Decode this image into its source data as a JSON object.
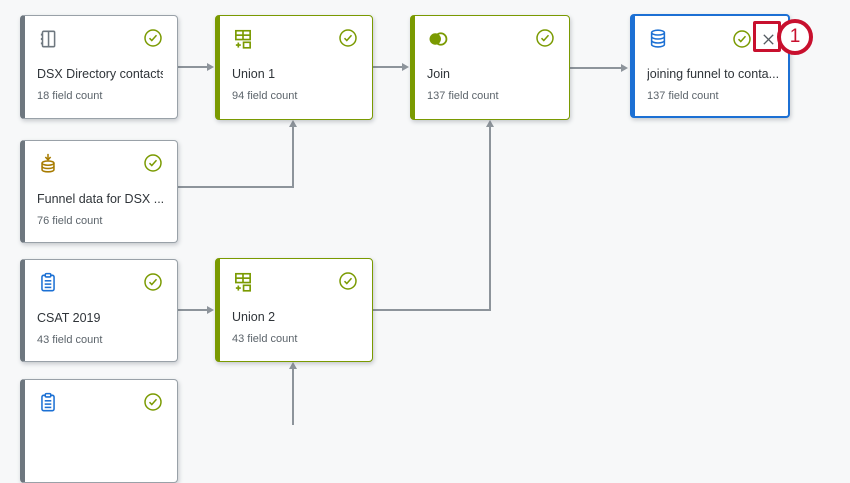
{
  "app": {
    "type": "data-flow-editor",
    "background": "#f7f8f9"
  },
  "colors": {
    "transform_green": "#7a9a01",
    "selected_blue": "#1c70d4",
    "source_gray": "#6e777f",
    "imported_gold": "#a77b00",
    "connector_gray": "#8d949b",
    "annotation_red": "#c8102e",
    "title_text": "#2f3439",
    "subtitle_text": "#5c646b"
  },
  "nodes": [
    {
      "id": "dsx-directory-contacts",
      "title": "DSX Directory contacts",
      "subtitle": "18 field count",
      "icon": "directory-book-icon",
      "accent": "gray",
      "status": "success"
    },
    {
      "id": "union-1",
      "title": "Union 1",
      "subtitle": "94 field count",
      "icon": "union-icon",
      "accent": "green",
      "status": "success"
    },
    {
      "id": "join",
      "title": "Join",
      "subtitle": "137 field count",
      "icon": "join-icon",
      "accent": "green",
      "status": "success"
    },
    {
      "id": "joining-funnel-to-contacts",
      "title": "joining funnel to conta...",
      "subtitle": "137 field count",
      "icon": "database-icon",
      "accent": "blue",
      "status": "success",
      "selected": true,
      "close_button": true
    },
    {
      "id": "funnel-data-for-dsx",
      "title": "Funnel data for DSX ...",
      "subtitle": "76 field count",
      "icon": "database-import-icon",
      "accent": "gray",
      "status": "success"
    },
    {
      "id": "csat-2019",
      "title": "CSAT 2019",
      "subtitle": "43 field count",
      "icon": "clipboard-icon",
      "accent": "gray",
      "status": "success"
    },
    {
      "id": "union-2",
      "title": "Union 2",
      "subtitle": "43 field count",
      "icon": "union-icon",
      "accent": "green",
      "status": "success"
    },
    {
      "id": "partial-source",
      "title": "",
      "subtitle": "",
      "icon": "clipboard-icon",
      "accent": "gray",
      "status": "success",
      "partial": true
    }
  ],
  "connectors": [
    {
      "from": "dsx-directory-contacts",
      "to": "union-1"
    },
    {
      "from": "funnel-data-for-dsx",
      "to": "union-1"
    },
    {
      "from": "union-1",
      "to": "join"
    },
    {
      "from": "csat-2019",
      "to": "union-2"
    },
    {
      "from": "union-2",
      "to": "join"
    },
    {
      "from": "join",
      "to": "joining-funnel-to-contacts"
    },
    {
      "from": "partial-source",
      "to": "union-2"
    }
  ],
  "annotation": {
    "label": "1",
    "target": "close-button"
  }
}
